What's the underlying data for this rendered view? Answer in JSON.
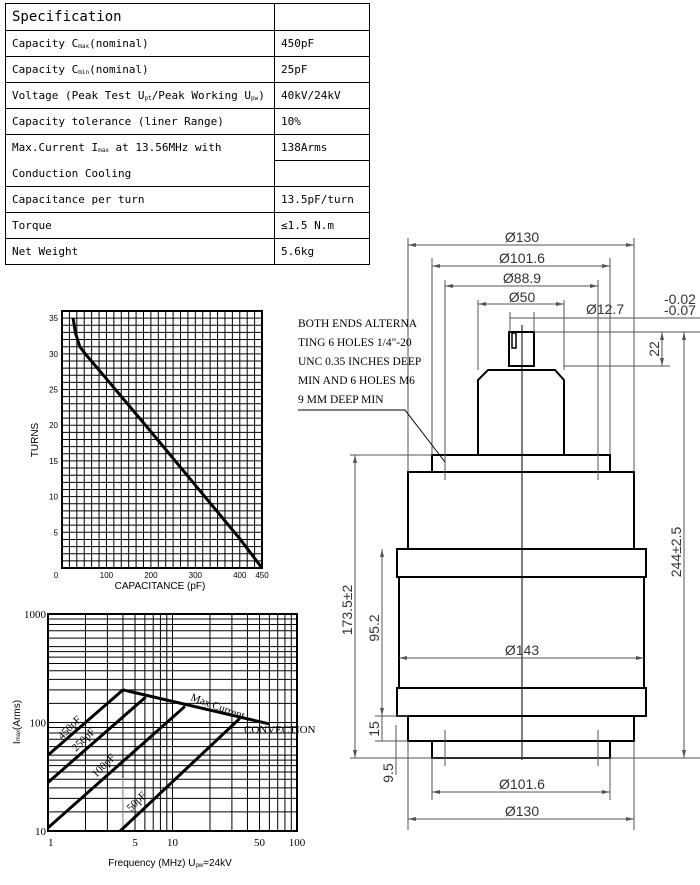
{
  "spec_table": {
    "title": "Specification",
    "rows": [
      {
        "label": [
          {
            "t": "Capacity C"
          },
          {
            "t": "max",
            "sub": true
          },
          {
            "t": "(nominal)"
          }
        ],
        "value": "450pF"
      },
      {
        "label": [
          {
            "t": "Capacity C"
          },
          {
            "t": "min",
            "sub": true
          },
          {
            "t": "(nominal)"
          }
        ],
        "value": "25pF"
      },
      {
        "label": [
          {
            "t": "Voltage (Peak Test U"
          },
          {
            "t": "pt",
            "sub": true
          },
          {
            "t": "/Peak Working U"
          },
          {
            "t": "pw",
            "sub": true
          },
          {
            "t": ")"
          }
        ],
        "value": "40kV/24kV"
      },
      {
        "label": [
          {
            "t": "Capacity tolerance (liner Range)"
          }
        ],
        "value": "10%"
      },
      {
        "label": [
          {
            "t": "Max.Current I"
          },
          {
            "t": "max",
            "sub": true
          },
          {
            "t": " at 13.56MHz with"
          }
        ],
        "value": "138Arms"
      },
      {
        "label": [
          {
            "t": "Conduction Cooling"
          }
        ],
        "value": "",
        "continuation": true
      },
      {
        "label": [
          {
            "t": "Capacitance per turn"
          }
        ],
        "value": "13.5pF/turn"
      },
      {
        "label": [
          {
            "t": "Torque"
          }
        ],
        "value": "≤1.5 N.m"
      },
      {
        "label": [
          {
            "t": "Net Weight"
          }
        ],
        "value": "5.6kg"
      }
    ]
  },
  "chart_data": [
    {
      "type": "line",
      "title": "",
      "xlabel": "CAPACITANCE (pF)",
      "ylabel": "TURNS",
      "xlim": [
        0,
        450
      ],
      "ylim": [
        0,
        36
      ],
      "grid": true,
      "x_ticks": [
        0,
        100,
        200,
        300,
        400,
        450
      ],
      "y_ticks": [
        5,
        10,
        15,
        20,
        25,
        30,
        35
      ],
      "series": [
        {
          "name": "turns",
          "x": [
            25,
            30,
            40,
            55,
            100,
            200,
            300,
            400,
            450
          ],
          "y": [
            35,
            33,
            31,
            29.8,
            26.5,
            19.1,
            11.6,
            4.1,
            0
          ]
        }
      ]
    },
    {
      "type": "line",
      "title": "",
      "xlabel": "Frequency (MHz) U",
      "xlabel_sub": "pw",
      "xlabel_post": "=24kV",
      "ylabel": "I",
      "ylabel_sub": "max",
      "ylabel_post": "(Arms)",
      "xscale": "log",
      "yscale": "log",
      "xlim": [
        1,
        100
      ],
      "ylim": [
        10,
        1000
      ],
      "grid": true,
      "x_ticks": [
        {
          "v": 1,
          "l": "1"
        },
        {
          "v": 5,
          "l": "5"
        },
        {
          "v": 10,
          "l": "10"
        },
        {
          "v": 50,
          "l": "50"
        },
        {
          "v": 100,
          "l": "100"
        }
      ],
      "y_ticks": [
        {
          "v": 10,
          "l": "10"
        },
        {
          "v": 100,
          "l": "100"
        },
        {
          "v": 1000,
          "l": "1000"
        }
      ],
      "series": [
        {
          "name": "Max Current",
          "x": [
            4,
            60
          ],
          "y": [
            200,
            97
          ]
        },
        {
          "name": "450pF",
          "x": [
            1,
            4
          ],
          "y": [
            50,
            200
          ]
        },
        {
          "name": "250pF",
          "x": [
            1,
            6.1
          ],
          "y": [
            28,
            172
          ]
        },
        {
          "name": "100pF",
          "x": [
            1,
            12.6
          ],
          "y": [
            10.7,
            141
          ]
        },
        {
          "name": "50pF",
          "x": [
            3.8,
            34.7
          ],
          "y": [
            10,
            109
          ]
        }
      ],
      "annotations": [
        "Max Current",
        "CONVECTION",
        "450pF",
        "250pF",
        "100pF",
        "50pF"
      ]
    }
  ],
  "drawing": {
    "note": [
      "BOTH ENDS ALTERNA",
      "TING 6 HOLES 1/4\"-20",
      "UNC 0.35 INCHES DEEP",
      "MIN AND 6 HOLES M6",
      "9 MM DEEP MIN"
    ],
    "dims": {
      "d130_top": "Ø130",
      "d101_top": "Ø101.6",
      "d88": "Ø88.9",
      "d50": "Ø50",
      "d12": "Ø12.7",
      "d12_tol_upper": "-0.02",
      "d12_tol_lower": "-0.07",
      "h22": "22",
      "h244": "244±2.5",
      "h173": "173.5±2",
      "h95": "95.2",
      "h15": "15",
      "h9": "9.5",
      "d143": "Ø143",
      "d101_bot": "Ø101.6",
      "d130_bot": "Ø130"
    }
  }
}
